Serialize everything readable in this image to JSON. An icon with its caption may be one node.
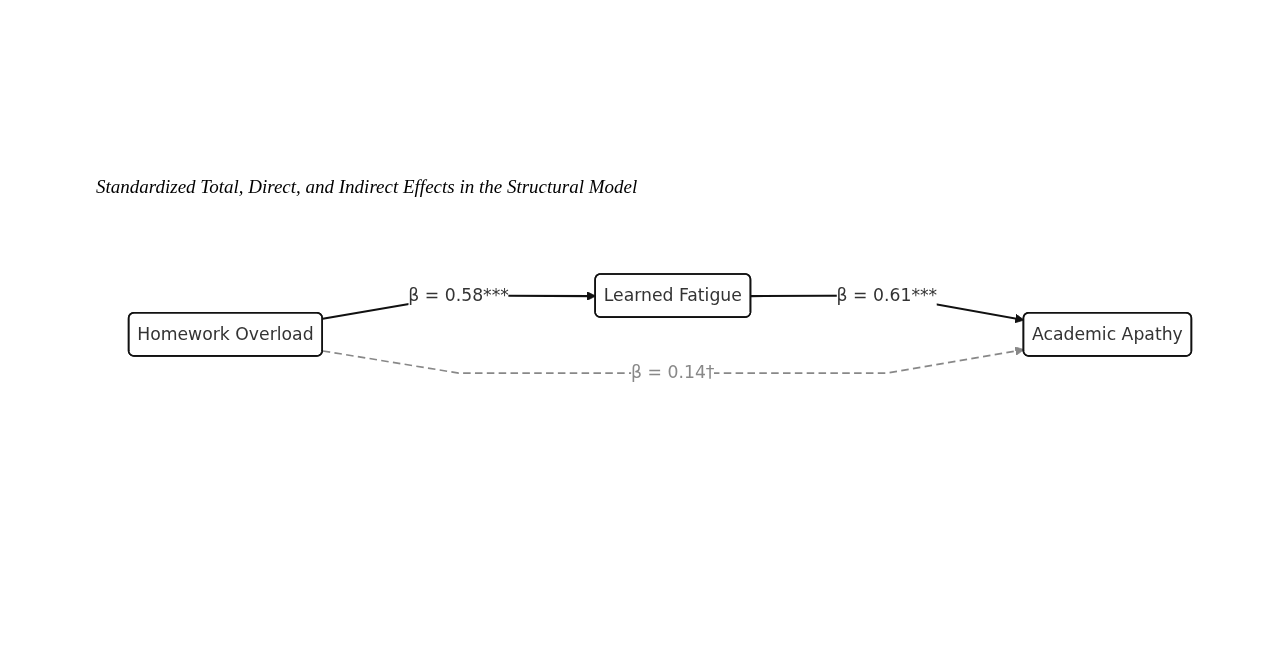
{
  "diagram": {
    "title": "Standardized Total, Direct, and Indirect Effects in the Structural Model",
    "nodes": [
      {
        "text": [
          "Homework Overload"
        ]
      },
      {
        "text": [
          "Learned Fatigue"
        ]
      },
      {
        "text": [
          "Academic Apathy"
        ]
      }
    ],
    "edges": [
      {
        "from": 0,
        "to": 1,
        "arrow": "to",
        "label": "β = 0.58***"
      },
      {
        "from": 1,
        "to": 2,
        "arrow": "to",
        "label": "β = 0.61***"
      },
      {
        "from": 0,
        "to": 2,
        "arrow": "to",
        "label": "β = 0.14†",
        "style": "dashed",
        "color": "#888888"
      }
    ]
  }
}
